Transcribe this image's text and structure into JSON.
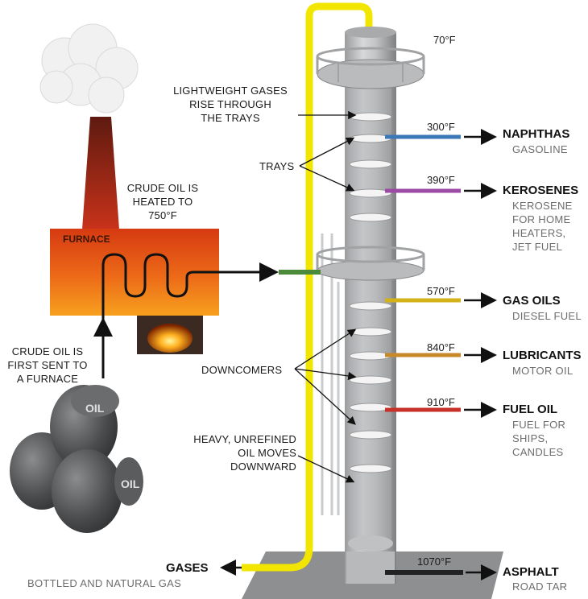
{
  "labels": {
    "lightweight": "LIGHTWEIGHT GASES\nRISE THROUGH\nTHE TRAYS",
    "trays": "TRAYS",
    "downcomers": "DOWNCOMERS",
    "heavy": "HEAVY, UNREFINED\nOIL MOVES\nDOWNWARD",
    "heated": "CRUDE OIL IS\nHEATED TO\n750°F",
    "furnace": "FURNACE",
    "first_sent": "CRUDE OIL IS\nFIRST SENT TO\nA FURNACE",
    "barrel_text": "OIL"
  },
  "temperatures": {
    "top": "70°F",
    "t300": "300°F",
    "t390": "390°F",
    "t570": "570°F",
    "t840": "840°F",
    "t910": "910°F",
    "t1070": "1070°F"
  },
  "products": [
    {
      "name": "NAPHTHAS",
      "use": "GASOLINE",
      "color": "#3a78b8"
    },
    {
      "name": "KEROSENES",
      "use": "KEROSENE\nFOR HOME\nHEATERS,\nJET FUEL",
      "color": "#9b4aa6"
    },
    {
      "name": "GAS OILS",
      "use": "DIESEL FUEL",
      "color": "#d4b21a"
    },
    {
      "name": "LUBRICANTS",
      "use": "MOTOR OIL",
      "color": "#c8892a"
    },
    {
      "name": "FUEL OIL",
      "use": "FUEL FOR\nSHIPS,\nCANDLES",
      "color": "#c8302a"
    },
    {
      "name": "ASPHALT",
      "use": "ROAD TAR",
      "color": "#222222"
    }
  ],
  "gases": {
    "name": "GASES",
    "use": "BOTTLED AND NATURAL GAS",
    "color": "#f2e600"
  }
}
